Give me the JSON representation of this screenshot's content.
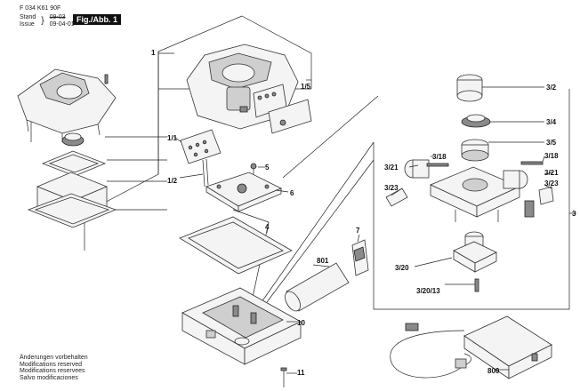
{
  "header": {
    "doc_number": "F 034 K61 90F",
    "stand_label": "Stand",
    "issue_label": "Issue",
    "stand_value": "09-03",
    "issue_value": "09-04-01",
    "fig_label": "Fig./Abb. 1"
  },
  "notes": [
    "Änderungen vorbehalten",
    "Modifications reserved",
    "Modifications reservees",
    "Salvo modificaciones"
  ],
  "parts": {
    "p1": "1",
    "p1_1": "1/1",
    "p1_2": "1/2",
    "p1_5": "1/5",
    "p3": "3",
    "p3_2": "3/2",
    "p3_4": "3/4",
    "p3_5": "3/5",
    "p3_18a": "3/18",
    "p3_18b": "3/18",
    "p3_21a": "3/21",
    "p3_21b": "3/21",
    "p3_23a": "3/23",
    "p3_23b": "3/23",
    "p3_20": "3/20",
    "p3_20_13": "3/20/13",
    "p4": "4",
    "p5": "5",
    "p6": "6",
    "p7": "7",
    "p10": "10",
    "p11": "11",
    "p800": "800",
    "p801": "801"
  }
}
